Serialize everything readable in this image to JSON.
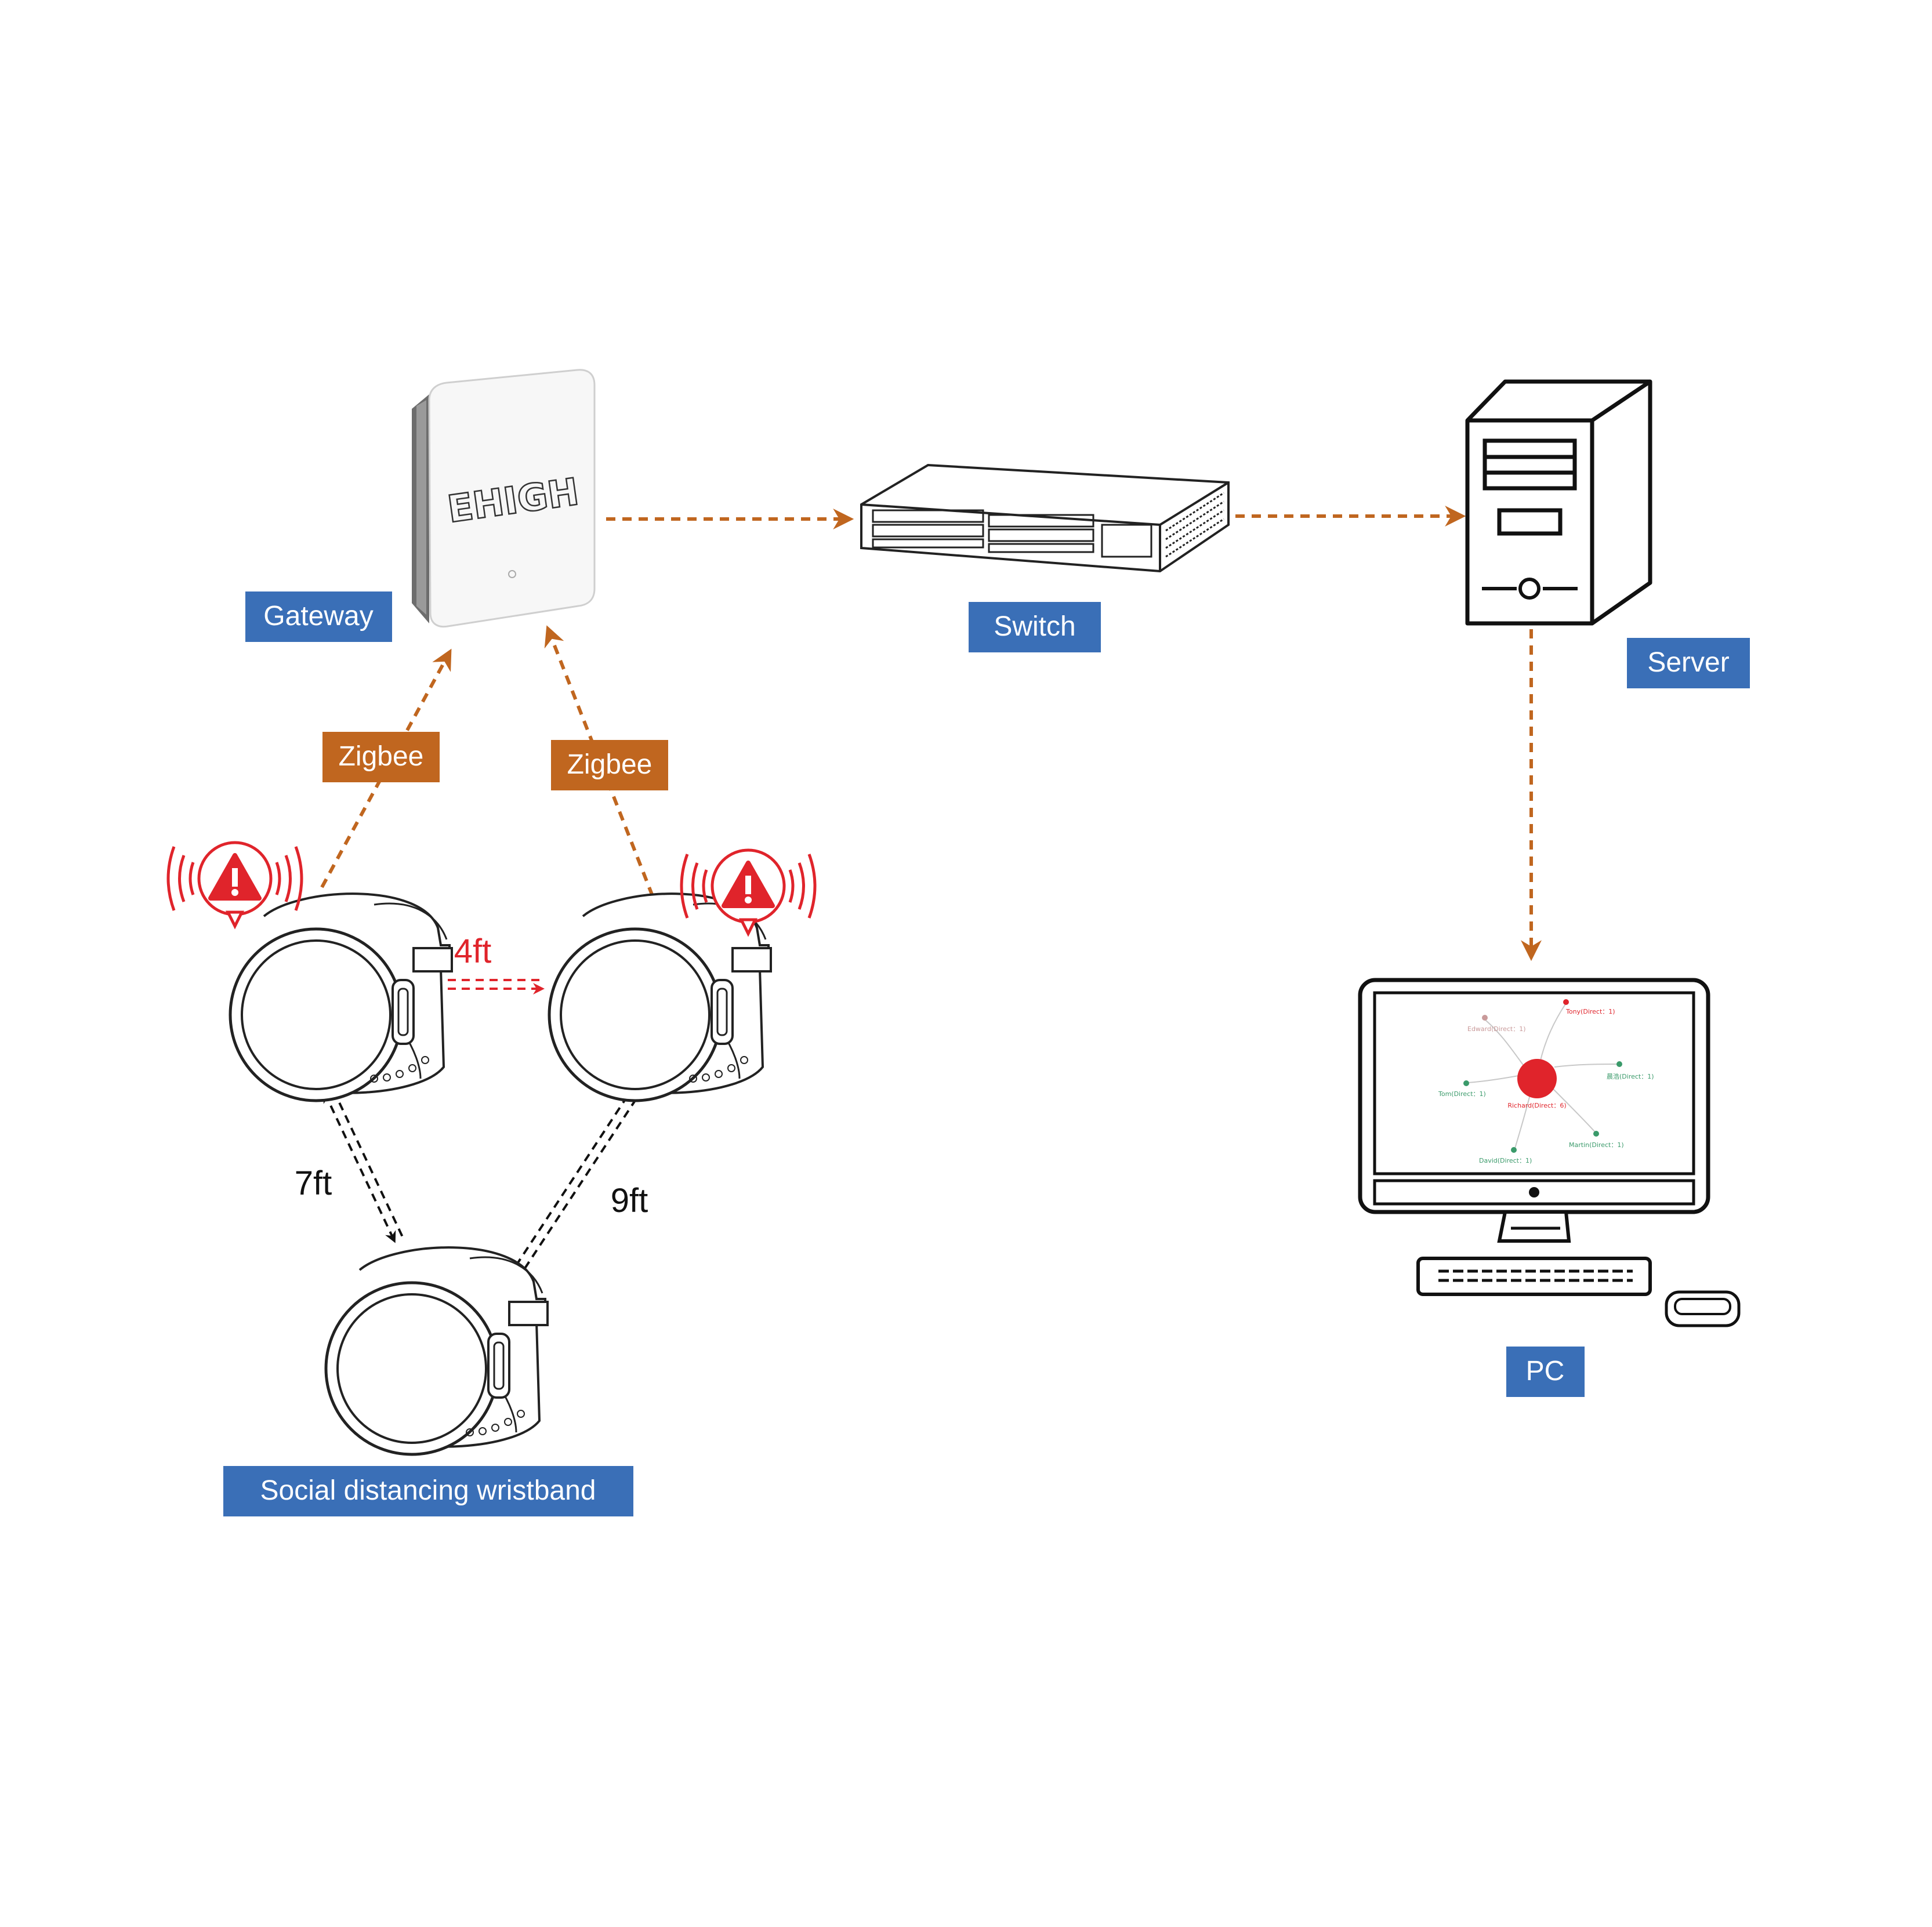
{
  "labels": {
    "gateway": "Gateway",
    "switch": "Switch",
    "server": "Server",
    "pc": "PC",
    "wristband": "Social distancing wristband",
    "zigbee_left": "Zigbee",
    "zigbee_right": "Zigbee"
  },
  "gateway_logo": "EHIGH",
  "distances": {
    "top": "4ft",
    "left": "7ft",
    "right": "9ft"
  },
  "screen_graph": {
    "center": "Richard(Direct：6)",
    "nodes": {
      "tony": "Tony(Direct：1)",
      "edward": "Edward(Direct：1)",
      "right": "晨浩(Direct：1)",
      "tom": "Tom(Direct：1)",
      "martin": "Martin(Direct：1)",
      "david": "David(Direct：1)"
    }
  },
  "icons": [
    "warning-icon",
    "warning-icon"
  ],
  "colors": {
    "label_blue": "#3a6fb7",
    "label_orange": "#c0661f",
    "arrow_orange": "#c0661f",
    "alert_red": "#e0242b",
    "node_green": "#3a9a6a"
  }
}
